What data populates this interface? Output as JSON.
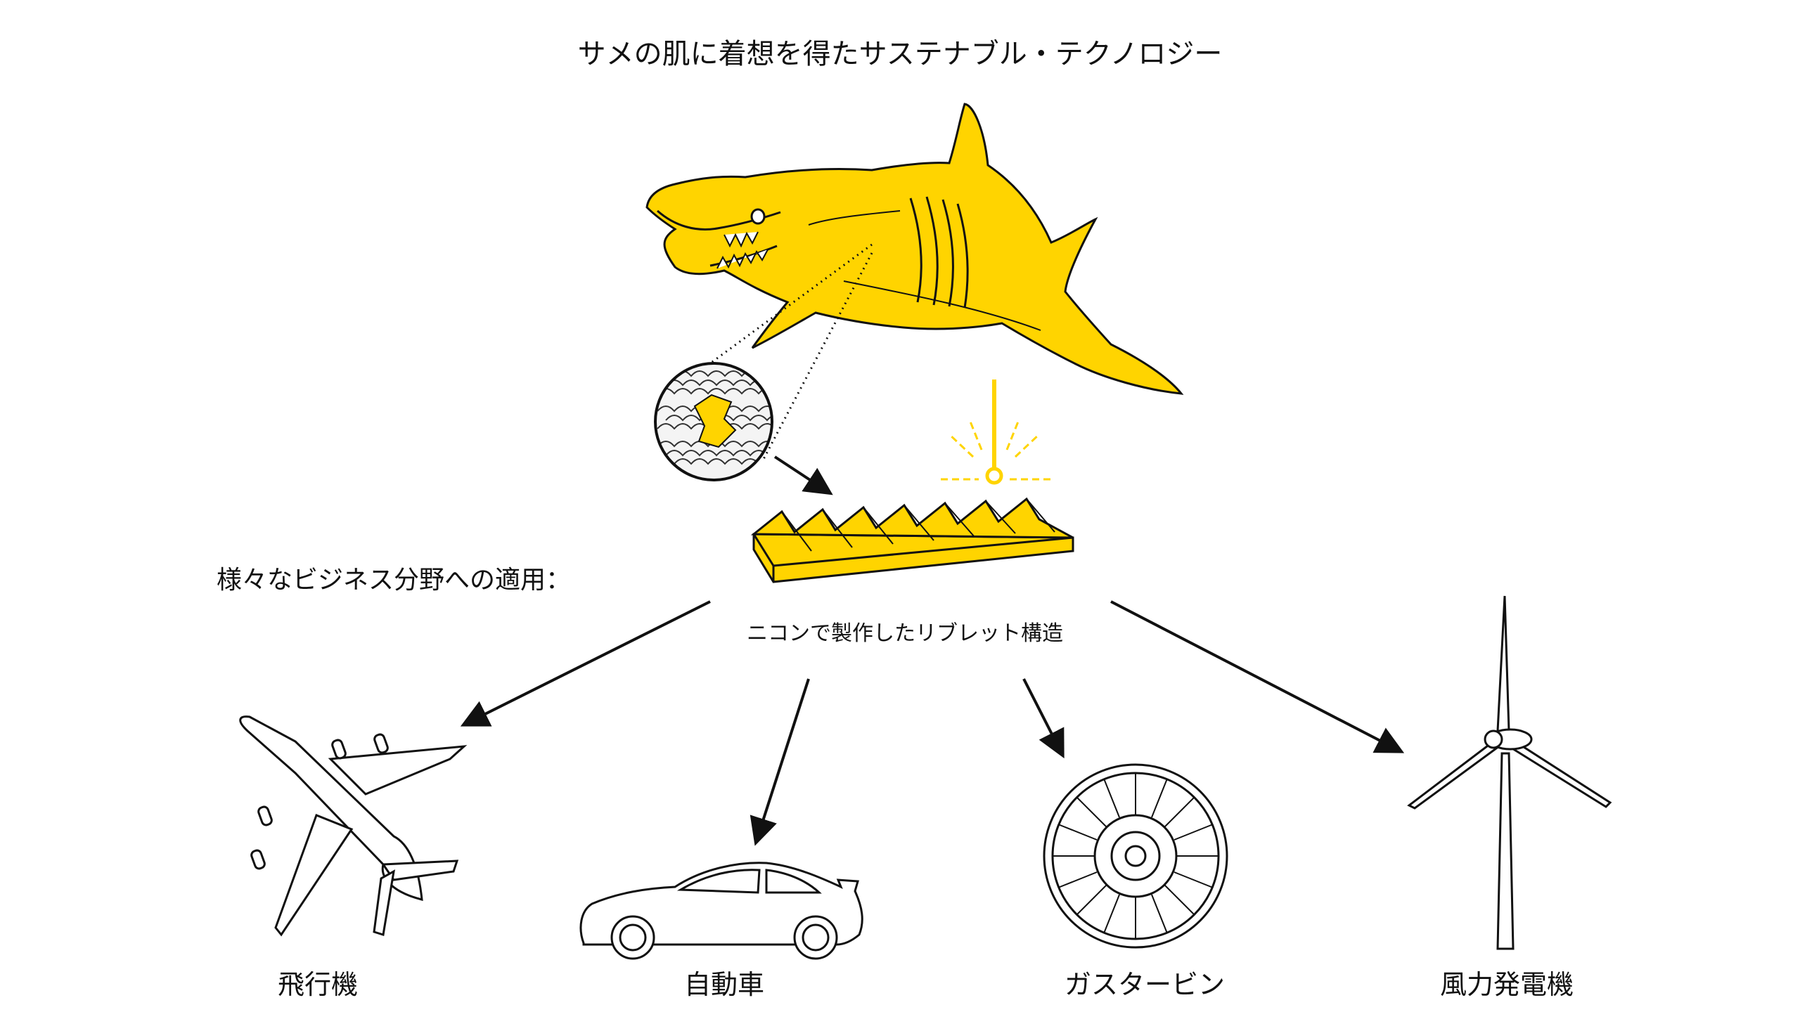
{
  "title": "サメの肌に着想を得たサステナブル・テクノロジー",
  "fields_label": "様々なビジネス分野への適用：",
  "riblet_label": "ニコンで製作したリブレット構造",
  "applications": [
    {
      "label": "飛行機",
      "icon": "airplane-icon"
    },
    {
      "label": "自動車",
      "icon": "car-icon"
    },
    {
      "label": "ガスタービン",
      "icon": "gas-turbine-icon"
    },
    {
      "label": "風力発電機",
      "icon": "wind-turbine-icon"
    }
  ],
  "colors": {
    "accent": "#FFD400",
    "line": "#111111",
    "background": "#FFFFFF"
  }
}
